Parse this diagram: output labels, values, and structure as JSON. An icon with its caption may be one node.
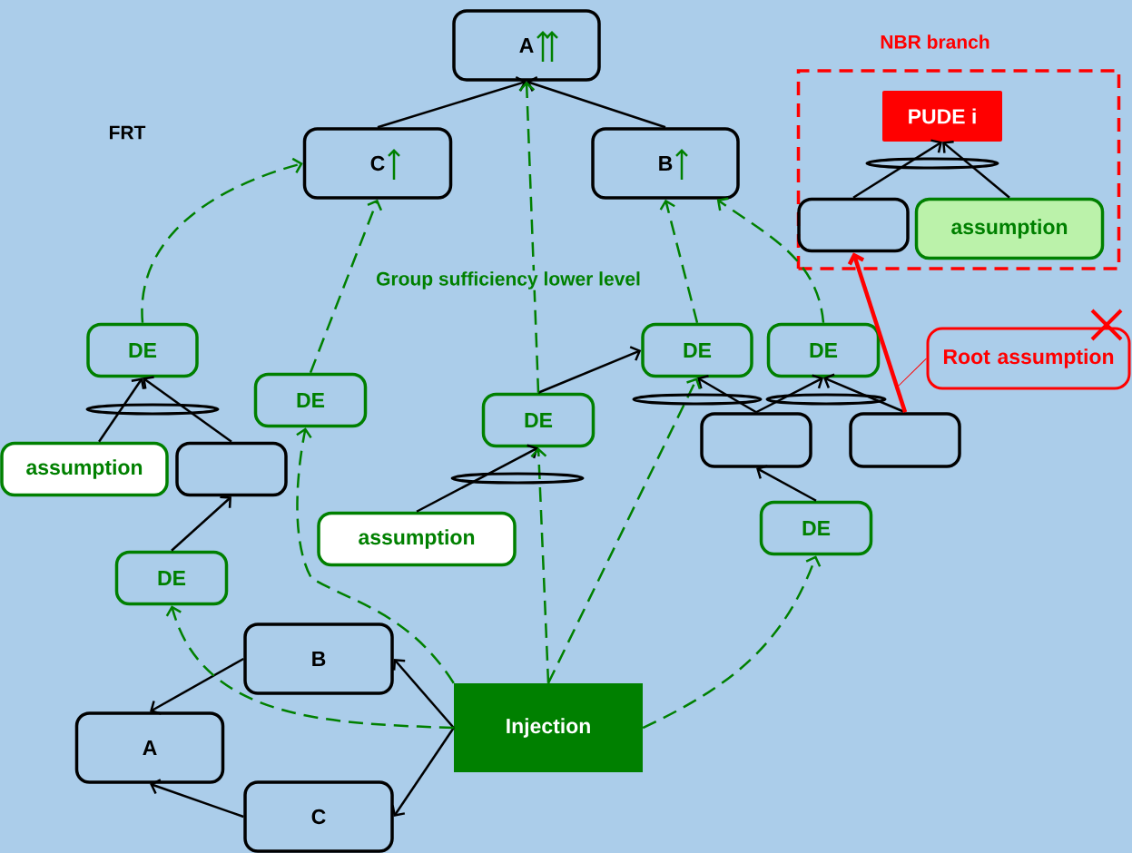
{
  "diagram": {
    "nodes": [
      {
        "text": [
          "A"
        ]
      },
      {
        "text": [
          "C"
        ]
      },
      {
        "text": [
          "B"
        ]
      },
      {
        "text": [
          "NBR branch"
        ]
      },
      {
        "text": [
          "PUDE i"
        ],
        "in": 3
      },
      {
        "text": [],
        "shape": "box",
        "in": 3
      },
      {
        "text": [
          "assumption"
        ],
        "in": 3
      },
      {
        "text": [
          "DE"
        ]
      },
      {
        "text": [
          "DE"
        ]
      },
      {
        "text": [
          "DE"
        ]
      },
      {
        "text": [
          "DE"
        ]
      },
      {
        "text": [
          "DE"
        ]
      },
      {
        "text": [
          "Root assumption"
        ]
      },
      {
        "text": [
          "assumption"
        ]
      },
      {
        "text": [],
        "shape": "box"
      },
      {
        "text": [
          "assumption"
        ]
      },
      {
        "text": [],
        "shape": "box"
      },
      {
        "text": [],
        "shape": "box"
      },
      {
        "text": [
          "DE"
        ]
      },
      {
        "text": [
          "DE"
        ]
      },
      {
        "text": [
          "B"
        ]
      },
      {
        "text": [
          "A"
        ]
      },
      {
        "text": [
          "C"
        ]
      },
      {
        "text": [
          "Injection"
        ]
      }
    ],
    "edges": [
      {
        "from": 1,
        "to": 0,
        "arrow": "to"
      },
      {
        "from": 2,
        "to": 0,
        "arrow": "to"
      },
      {
        "from": 5,
        "to": 4,
        "arrow": "to"
      },
      {
        "from": 6,
        "to": 4,
        "arrow": "to"
      },
      {
        "from": 13,
        "to": 7,
        "arrow": "to"
      },
      {
        "from": 14,
        "to": 7,
        "arrow": "to"
      },
      {
        "from": 18,
        "to": 14,
        "arrow": "to"
      },
      {
        "from": 15,
        "to": 9,
        "arrow": "to"
      },
      {
        "from": 9,
        "to": 10,
        "arrow": "to"
      },
      {
        "from": 16,
        "to": 10,
        "arrow": "to"
      },
      {
        "from": 16,
        "to": 11,
        "arrow": "to"
      },
      {
        "from": 17,
        "to": 11,
        "arrow": "to"
      },
      {
        "from": 19,
        "to": 16,
        "arrow": "to"
      },
      {
        "from": 23,
        "to": 20,
        "arrow": "to"
      },
      {
        "from": 23,
        "to": 22,
        "arrow": "to"
      },
      {
        "from": 20,
        "to": 21,
        "arrow": "to"
      },
      {
        "from": 22,
        "to": 21,
        "arrow": "to"
      },
      {
        "from": 17,
        "to": 5,
        "arrow": "to",
        "style": "thick",
        "color": "#ff0000"
      },
      {
        "from": 12,
        "to": null,
        "arrow": "none",
        "color": "#ff0000"
      },
      {
        "from": 7,
        "to": 1,
        "arrow": "to",
        "style": "dashed",
        "color": "#008000"
      },
      {
        "from": 8,
        "to": 1,
        "arrow": "to",
        "style": "dashed",
        "color": "#008000"
      },
      {
        "from": 9,
        "to": 0,
        "arrow": "to",
        "style": "dashed",
        "color": "#008000"
      },
      {
        "from": 10,
        "to": 2,
        "arrow": "to",
        "style": "dashed",
        "color": "#008000"
      },
      {
        "from": 11,
        "to": 2,
        "arrow": "to",
        "style": "dashed",
        "color": "#008000"
      },
      {
        "from": 23,
        "to": 18,
        "arrow": "to",
        "style": "dashed",
        "color": "#008000"
      },
      {
        "from": 23,
        "to": 8,
        "arrow": "to",
        "style": "dashed",
        "color": "#008000"
      },
      {
        "from": 23,
        "to": 9,
        "arrow": "to",
        "style": "dashed",
        "color": "#008000"
      },
      {
        "from": 23,
        "to": 10,
        "arrow": "to",
        "style": "dashed",
        "color": "#008000"
      },
      {
        "from": 23,
        "to": 19,
        "arrow": "to",
        "style": "dashed",
        "color": "#008000"
      }
    ],
    "labels": [
      "FRT",
      "Group sufficiency lower level"
    ]
  }
}
